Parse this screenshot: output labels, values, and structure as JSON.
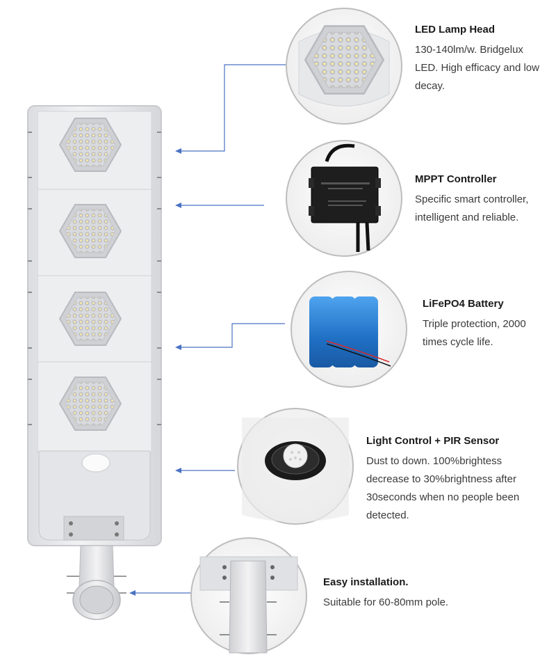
{
  "features": [
    {
      "title": "LED Lamp Head",
      "lines": [
        "130-140lm/w. Bridgelux",
        "LED. High efficacy and low",
        "decay."
      ]
    },
    {
      "title": "MPPT Controller",
      "lines": [
        "Specific smart controller,",
        "intelligent and reliable."
      ]
    },
    {
      "title": "LiFePO4 Battery",
      "lines": [
        "Triple protection, 2000",
        "times cycle life."
      ]
    },
    {
      "title": "Light Control + PIR Sensor",
      "lines": [
        "Dust to down. 100%brightess",
        "decrease to 30%brightness after",
        "30seconds when no people been",
        "detected."
      ]
    },
    {
      "title": "Easy installation.",
      "lines": [
        "Suitable for 60-80mm pole."
      ]
    }
  ],
  "colors": {
    "arrow": "#4a72c4",
    "housing": "#e9eaec",
    "battery": "#2b7fd1"
  },
  "icons": [
    "led-module-icon",
    "controller-icon",
    "battery-icon",
    "pir-sensor-icon",
    "pole-mount-icon",
    "arrow-icon"
  ]
}
